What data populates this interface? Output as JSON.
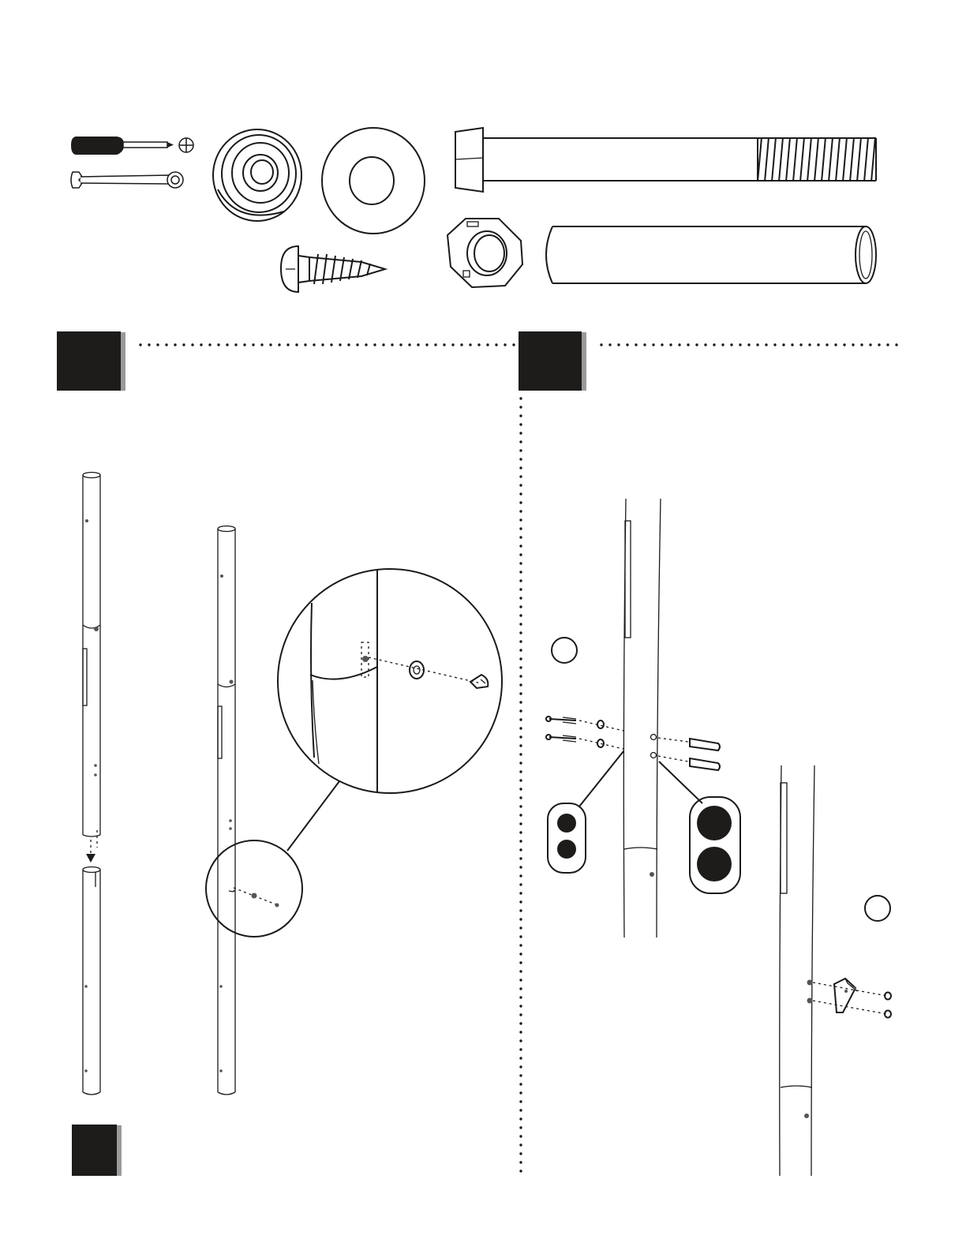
{
  "colors": {
    "badge": "#1e1b1b",
    "badge_shadow": "#9a9a9a",
    "line": "#1a1a1a",
    "background": "#ffffff"
  },
  "tools": [
    "screwdriver-icon",
    "wrench-icon"
  ],
  "hardware": [
    "spacer-icon",
    "flat-washer-icon",
    "hex-bolt-icon",
    "hex-nut-icon",
    "sleeve-tube-icon",
    "lag-screw-icon"
  ],
  "steps": [
    {
      "id": "step-left"
    },
    {
      "id": "step-right"
    },
    {
      "id": "step-bottom-left"
    }
  ]
}
